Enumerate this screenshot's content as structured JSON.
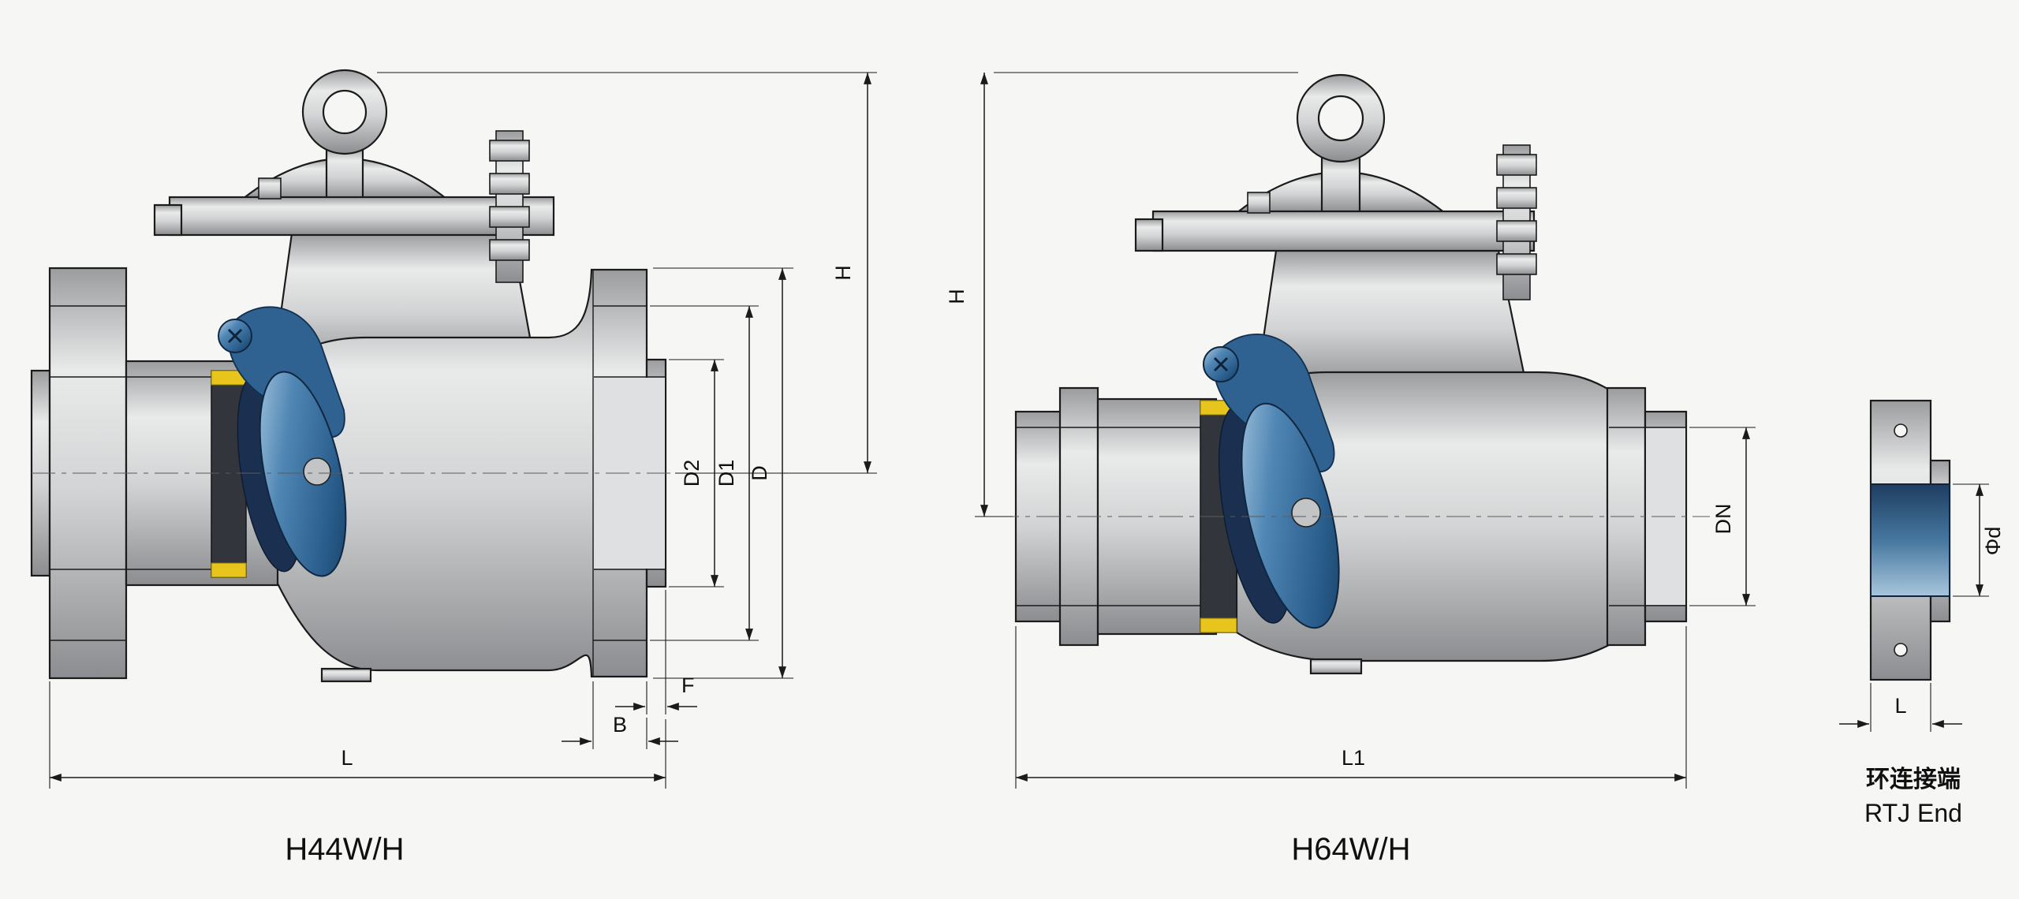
{
  "colors": {
    "background": "#f6f6f4",
    "outline": "#1b1b1b",
    "body_metal": "#c9cacc",
    "disc_blue": "#4f86b4",
    "disc_dark_blue": "#1b3050",
    "seal_yellow": "#e7c51c",
    "seat_dark": "#32353b"
  },
  "valve_left": {
    "model": "H44W/H",
    "dimensions": {
      "H": "H",
      "D": "D",
      "D1": "D1",
      "D2": "D2",
      "F": "F",
      "B": "B",
      "L": "L"
    }
  },
  "valve_right": {
    "model": "H64W/H",
    "dimensions": {
      "H": "H",
      "DN": "DN",
      "L1": "L1"
    }
  },
  "flange_detail": {
    "caption_cn": "环连接端",
    "caption_en": "RTJ End",
    "dimensions": {
      "d": "Φd",
      "L": "L"
    }
  }
}
